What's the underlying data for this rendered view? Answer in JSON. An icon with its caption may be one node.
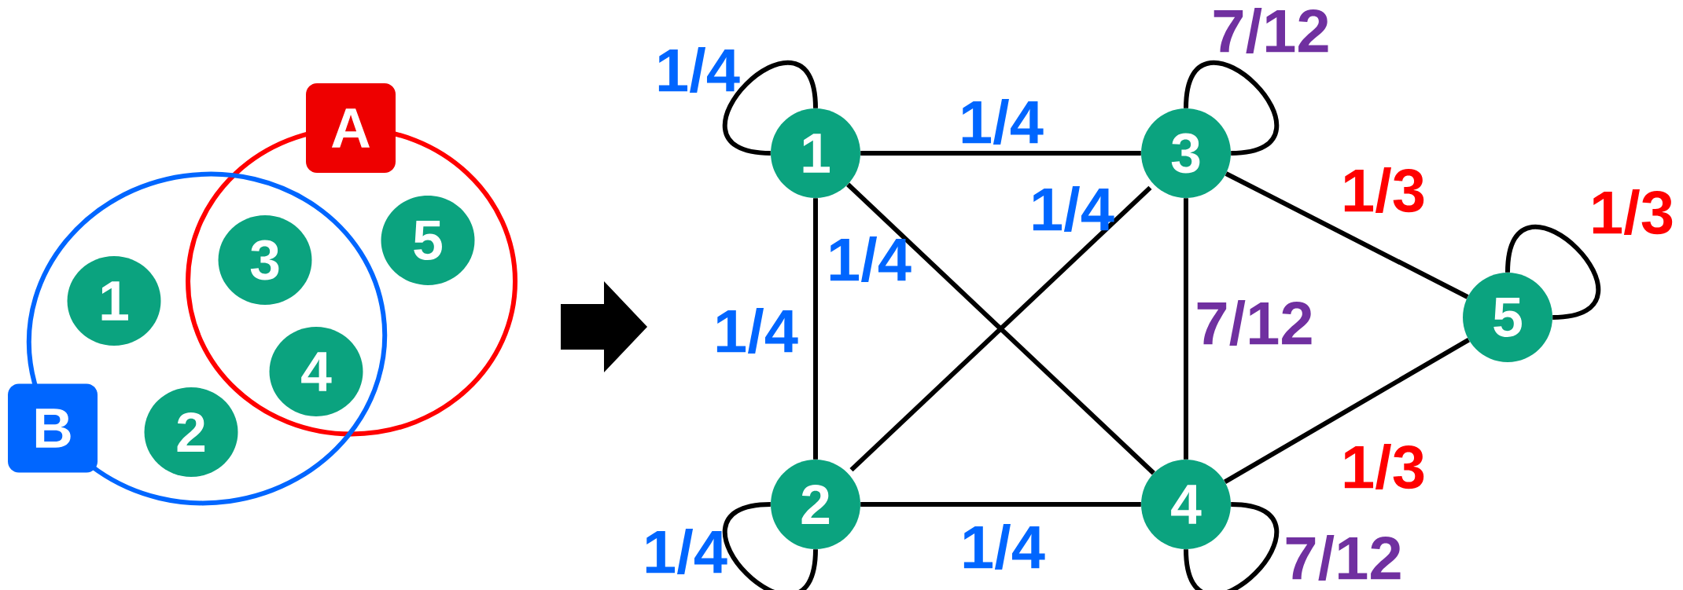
{
  "diagram": {
    "nodes": [
      {
        "text": [
          "A"
        ]
      },
      {
        "text": [
          "B"
        ]
      },
      {
        "text": [
          "1"
        ],
        "in": 1
      },
      {
        "text": [
          "2"
        ],
        "in": 1
      },
      {
        "text": [
          "3"
        ]
      },
      {
        "text": [
          "4"
        ]
      },
      {
        "text": [
          "5"
        ],
        "in": 0
      },
      {
        "text": [
          "1"
        ]
      },
      {
        "text": [
          "2"
        ]
      },
      {
        "text": [
          "3"
        ]
      },
      {
        "text": [
          "4"
        ]
      },
      {
        "text": [
          "5"
        ]
      }
    ],
    "edges": [
      {
        "from": 7,
        "to": 9,
        "arrow": "none",
        "label": "1/4"
      },
      {
        "from": 7,
        "to": 8,
        "arrow": "none",
        "label": "1/4"
      },
      {
        "from": 7,
        "to": 10,
        "arrow": "none",
        "label": "1/4"
      },
      {
        "from": 9,
        "to": 8,
        "arrow": "none",
        "label": "1/4"
      },
      {
        "from": 9,
        "to": 10,
        "arrow": "none",
        "label": "7/12"
      },
      {
        "from": 9,
        "to": 11,
        "arrow": "none",
        "label": "1/3"
      },
      {
        "from": 8,
        "to": 10,
        "arrow": "none",
        "label": "1/4"
      },
      {
        "from": 10,
        "to": 11,
        "arrow": "none",
        "label": "1/3"
      },
      {
        "from": 7,
        "to": 7,
        "arrow": "none",
        "label": "1/4"
      },
      {
        "from": 9,
        "to": 9,
        "arrow": "none",
        "label": "7/12"
      },
      {
        "from": 11,
        "to": 11,
        "arrow": "none",
        "label": "1/3"
      },
      {
        "from": 8,
        "to": 8,
        "arrow": "none",
        "label": "1/4"
      },
      {
        "from": 10,
        "to": 10,
        "arrow": "none",
        "label": "7/12"
      }
    ]
  }
}
